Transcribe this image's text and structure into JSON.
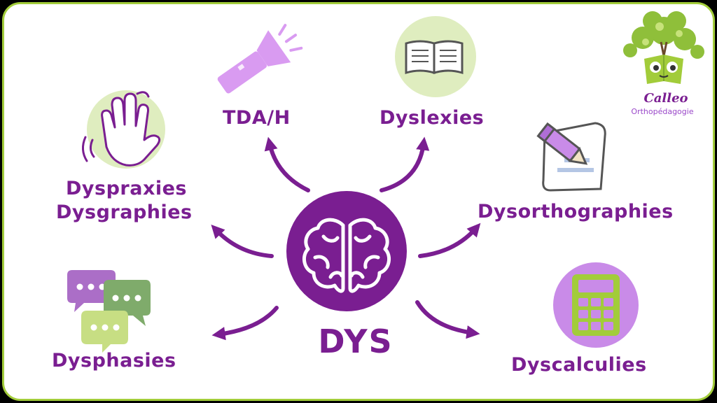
{
  "diagram": {
    "center": {
      "label": "DYS",
      "icon": "brain-icon"
    },
    "branches": [
      {
        "id": "tdah",
        "label": "TDA/H",
        "icon": "flashlight-icon"
      },
      {
        "id": "dyslexies",
        "label": "Dyslexies",
        "icon": "open-book-icon"
      },
      {
        "id": "dyspraxies",
        "label_line1": "Dyspraxies",
        "label_line2": "Dysgraphies",
        "icon": "waving-hand-icon"
      },
      {
        "id": "dysorthographies",
        "label": "Dysorthographies",
        "icon": "pencil-paper-icon"
      },
      {
        "id": "dysphasies",
        "label": "Dysphasies",
        "icon": "speech-bubbles-icon"
      },
      {
        "id": "dyscalculies",
        "label": "Dyscalculies",
        "icon": "calculator-icon"
      }
    ]
  },
  "logo": {
    "name": "Calleo",
    "subtitle": "Orthopédagogie",
    "icon": "tree-book-mascot-icon"
  },
  "colors": {
    "purple": "#7a1e91",
    "lilac": "#c98be8",
    "green": "#a2cc3a",
    "light_green": "#dfedbf"
  }
}
